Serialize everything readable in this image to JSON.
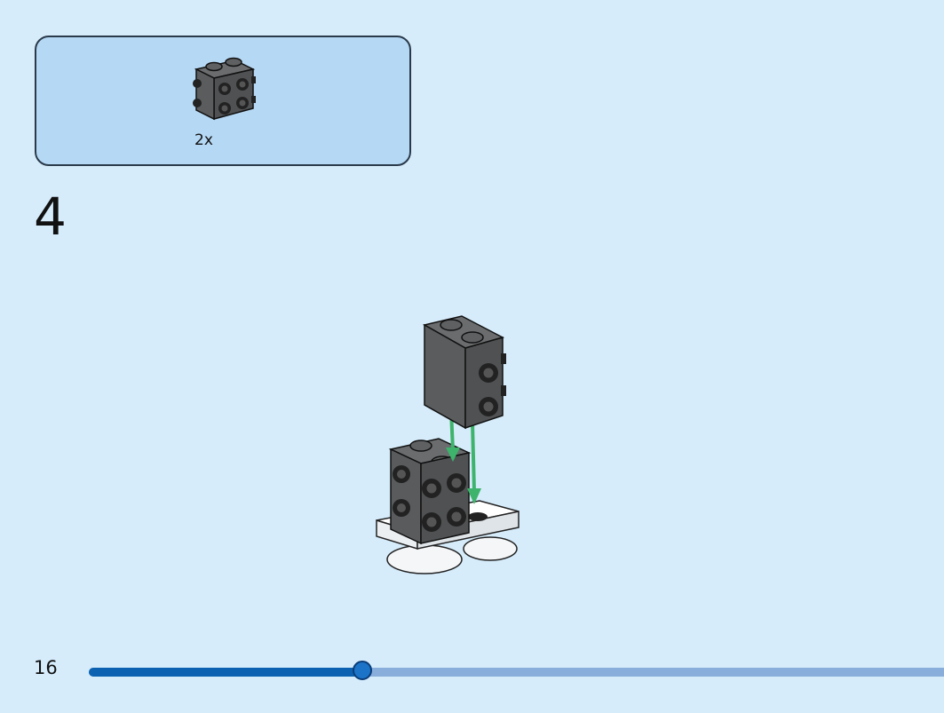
{
  "parts_callout": {
    "quantity": "2x",
    "part_icon": "dark-bluish-gray-brick-1x2-with-side-studs"
  },
  "step": {
    "number": "4",
    "assembly_icon": "assembly-step-4",
    "arrow_color": "#3db36b"
  },
  "footer": {
    "page_number": "16",
    "progress": 0.32
  },
  "colors": {
    "background": "#d6ecfb",
    "callout_fill": "#b5d8f4",
    "progress_fill": "#0c62b0",
    "progress_track": "#8aaedb",
    "brick_gray": "#5b5d5f"
  }
}
